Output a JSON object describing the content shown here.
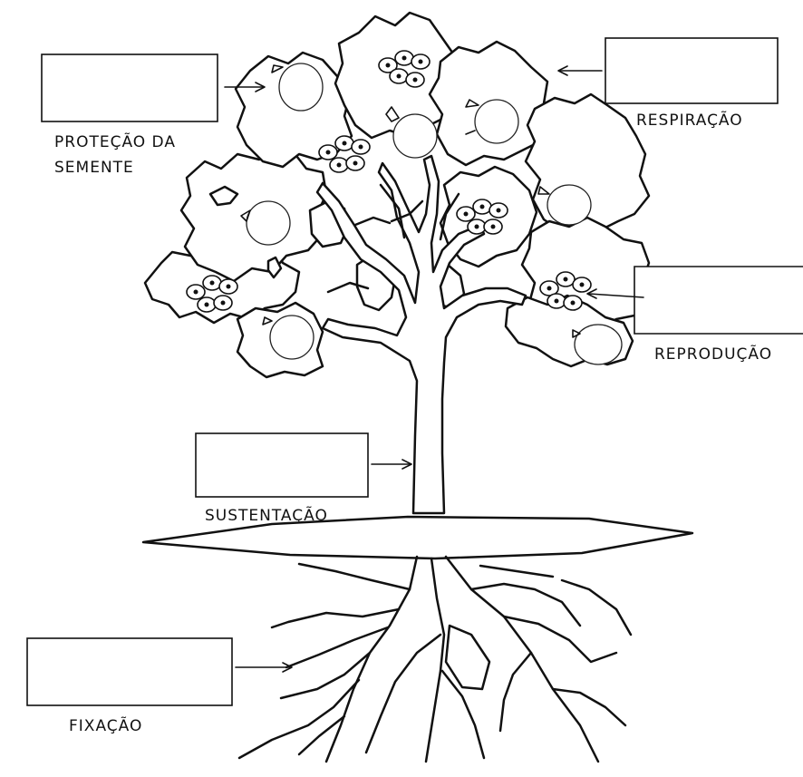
{
  "labels": {
    "protecao_line1": "PROTEÇÃO DA",
    "protecao_line2": "SEMENTE",
    "respiracao": "RESPIRAÇÃO",
    "reproducao": "REPRODUÇÃO",
    "sustentacao": "SUSTENTAÇÃO",
    "fixacao": "FIXAÇÃO"
  },
  "colors": {
    "ink": "#111111",
    "paper": "#ffffff"
  }
}
